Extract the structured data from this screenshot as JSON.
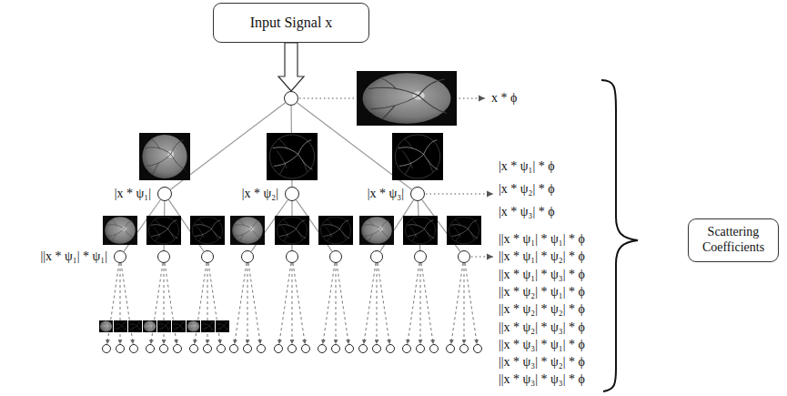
{
  "diagram": {
    "nodes": [
      {
        "text": [
          "Input Signal x"
        ]
      },
      {
        "text": []
      },
      {
        "text": [
          "|x * ψ₁|"
        ]
      },
      {
        "text": [
          "|x * ψ₂|"
        ]
      },
      {
        "text": [
          "|x * ψ₃|"
        ]
      },
      {
        "text": [
          "||x * ψ₁| * ψ₁|"
        ]
      },
      {
        "text": []
      },
      {
        "text": []
      },
      {
        "text": []
      },
      {
        "text": []
      },
      {
        "text": []
      },
      {
        "text": []
      },
      {
        "text": []
      },
      {
        "text": []
      },
      {
        "text": []
      },
      {
        "text": []
      },
      {
        "text": []
      },
      {
        "text": []
      },
      {
        "text": []
      },
      {
        "text": []
      },
      {
        "text": []
      },
      {
        "text": []
      },
      {
        "text": []
      },
      {
        "text": []
      },
      {
        "text": []
      },
      {
        "text": []
      },
      {
        "text": []
      },
      {
        "text": []
      },
      {
        "text": []
      },
      {
        "text": []
      },
      {
        "text": []
      },
      {
        "text": []
      },
      {
        "text": []
      },
      {
        "text": []
      },
      {
        "text": []
      },
      {
        "text": []
      },
      {
        "text": []
      },
      {
        "text": []
      },
      {
        "text": []
      },
      {
        "text": []
      },
      {
        "text": []
      },
      {
        "text": [
          "Scattering Coefficients"
        ]
      }
    ],
    "edges": [
      {
        "from": 0,
        "to": 1,
        "arrow": "to"
      },
      {
        "from": 1,
        "to": 2,
        "arrow": "none"
      },
      {
        "from": 1,
        "to": 3,
        "arrow": "none"
      },
      {
        "from": 1,
        "to": 4,
        "arrow": "none"
      },
      {
        "from": 2,
        "to": 5,
        "arrow": "none"
      },
      {
        "from": 2,
        "to": 6,
        "arrow": "none"
      },
      {
        "from": 2,
        "to": 7,
        "arrow": "none"
      },
      {
        "from": 3,
        "to": 8,
        "arrow": "none"
      },
      {
        "from": 3,
        "to": 9,
        "arrow": "none"
      },
      {
        "from": 3,
        "to": 10,
        "arrow": "none"
      },
      {
        "from": 4,
        "to": 11,
        "arrow": "none"
      },
      {
        "from": 4,
        "to": 12,
        "arrow": "none"
      },
      {
        "from": 4,
        "to": 13,
        "arrow": "none"
      },
      {
        "from": 5,
        "to": 14,
        "arrow": "to"
      },
      {
        "from": 5,
        "to": 15,
        "arrow": "to"
      },
      {
        "from": 5,
        "to": 16,
        "arrow": "to"
      },
      {
        "from": 6,
        "to": 17,
        "arrow": "to"
      },
      {
        "from": 6,
        "to": 18,
        "arrow": "to"
      },
      {
        "from": 6,
        "to": 19,
        "arrow": "to"
      },
      {
        "from": 7,
        "to": 20,
        "arrow": "to"
      },
      {
        "from": 7,
        "to": 21,
        "arrow": "to"
      },
      {
        "from": 7,
        "to": 22,
        "arrow": "to"
      },
      {
        "from": 8,
        "to": 23,
        "arrow": "to"
      },
      {
        "from": 8,
        "to": 24,
        "arrow": "to"
      },
      {
        "from": 8,
        "to": 25,
        "arrow": "to"
      },
      {
        "from": 9,
        "to": 26,
        "arrow": "to"
      },
      {
        "from": 9,
        "to": 27,
        "arrow": "to"
      },
      {
        "from": 9,
        "to": 28,
        "arrow": "to"
      },
      {
        "from": 10,
        "to": 29,
        "arrow": "to"
      },
      {
        "from": 10,
        "to": 30,
        "arrow": "to"
      },
      {
        "from": 10,
        "to": 31,
        "arrow": "to"
      },
      {
        "from": 11,
        "to": 32,
        "arrow": "to"
      },
      {
        "from": 11,
        "to": 33,
        "arrow": "to"
      },
      {
        "from": 11,
        "to": 34,
        "arrow": "to"
      },
      {
        "from": 12,
        "to": 35,
        "arrow": "to"
      },
      {
        "from": 12,
        "to": 36,
        "arrow": "to"
      },
      {
        "from": 12,
        "to": 37,
        "arrow": "to"
      },
      {
        "from": 13,
        "to": 38,
        "arrow": "to"
      },
      {
        "from": 13,
        "to": 39,
        "arrow": "to"
      },
      {
        "from": 13,
        "to": 40,
        "arrow": "to"
      }
    ],
    "labels": [
      "x * ϕ",
      "|x * ψ₁| * ϕ",
      "|x * ψ₂| * ϕ",
      "|x * ψ₃| * ϕ",
      "||x * ψ₁| * ψ₁| * ϕ",
      "||x * ψ₁| * ψ₂| * ϕ",
      "||x * ψ₁| * ψ₃| * ϕ",
      "||x * ψ₂| * ψ₁| * ϕ",
      "||x * ψ₂| * ψ₂| * ϕ",
      "||x * ψ₂| * ψ₃| * ϕ",
      "||x * ψ₃| * ψ₁| * ϕ",
      "||x * ψ₃| * ψ₂| * ϕ",
      "||x * ψ₃| * ψ₃| * ϕ"
    ]
  }
}
